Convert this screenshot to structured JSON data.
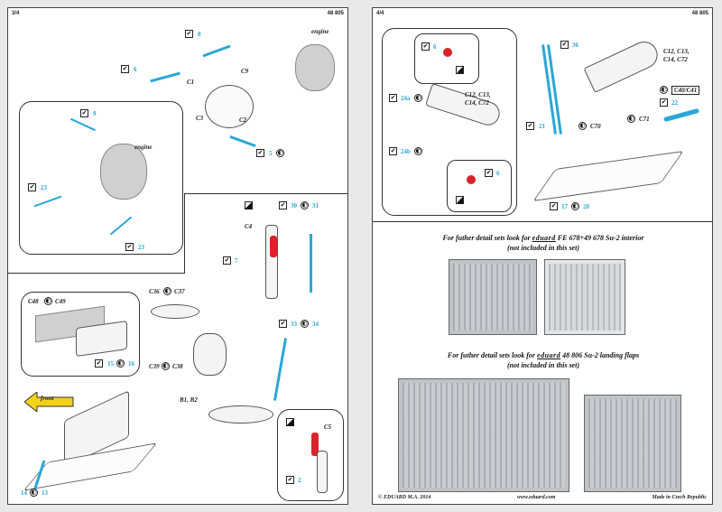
{
  "left_page": {
    "page_no": "3/4",
    "sheet_no": "48 805",
    "labels": {
      "engine_top": "engine",
      "engine_inset": "engine",
      "c1": "C1",
      "c2": "C2",
      "c3": "C3",
      "c9": "C9",
      "c4": "C4",
      "c36_c37_a": "C36",
      "c36_c37_b": "C37",
      "c39": "C39",
      "c38": "C38",
      "c48": "C48",
      "c49": "C49",
      "c5": "C5",
      "b1b2": "B1, B2",
      "front": "front"
    },
    "part_numbers": {
      "p8": "8",
      "p6": "6",
      "p5": "5",
      "p9": "9",
      "p23a": "23",
      "p23b": "23",
      "p30": "30",
      "p31": "31",
      "p7": "7",
      "p33": "33",
      "p34": "34",
      "p15": "15",
      "p16": "16",
      "p14": "14",
      "p13": "13",
      "p2": "2"
    }
  },
  "right_page": {
    "page_no": "4/4",
    "sheet_no": "48 805",
    "labels": {
      "c12_block": "C12, C13,",
      "c14_block": "C14, C72",
      "c12_block2": "C12, C13,",
      "c14_block2": "C14, C72",
      "c40c41": "C40/C41",
      "c70": "C70",
      "c71": "C71"
    },
    "part_numbers": {
      "p6a": "6",
      "p24a": "24a",
      "p24b": "24b",
      "p6b": "6",
      "p36": "36",
      "p21": "21",
      "p22": "22",
      "p17": "17",
      "p20": "20"
    },
    "promo1_pre": "For futher detail sets look for",
    "promo1_brand": "eduard",
    "promo1_post": "FE 678+49 678 Su-2 interior",
    "promo1_note": "(not included in this set)",
    "promo2_pre": "For futher detail sets look for",
    "promo2_brand": "eduard",
    "promo2_post": "48 806 Su-2 landing flaps",
    "promo2_note": "(not included in this set)",
    "footer_left": "© EDUARD M.A. 2014",
    "footer_mid": "www.eduard.com",
    "footer_right": "Made in Czech Republic"
  }
}
